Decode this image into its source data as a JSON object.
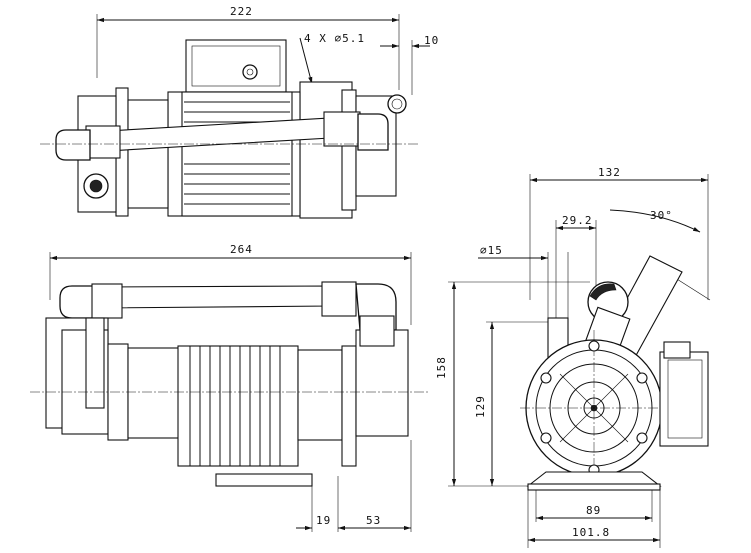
{
  "drawing": {
    "top_view": {
      "overall_width": "222",
      "mount_holes": "4 X ∅5.1",
      "flange_offset": "10"
    },
    "side_view": {
      "overall_length": "264",
      "base_offset_a": "19",
      "base_offset_b": "53"
    },
    "end_view": {
      "width_132": "132",
      "offset_29_2": "29.2",
      "angle": "30°",
      "port_diameter": "∅15",
      "overall_height": "158",
      "axis_height": "129",
      "foot_width_89": "89",
      "foot_width_101_8": "101.8"
    }
  }
}
